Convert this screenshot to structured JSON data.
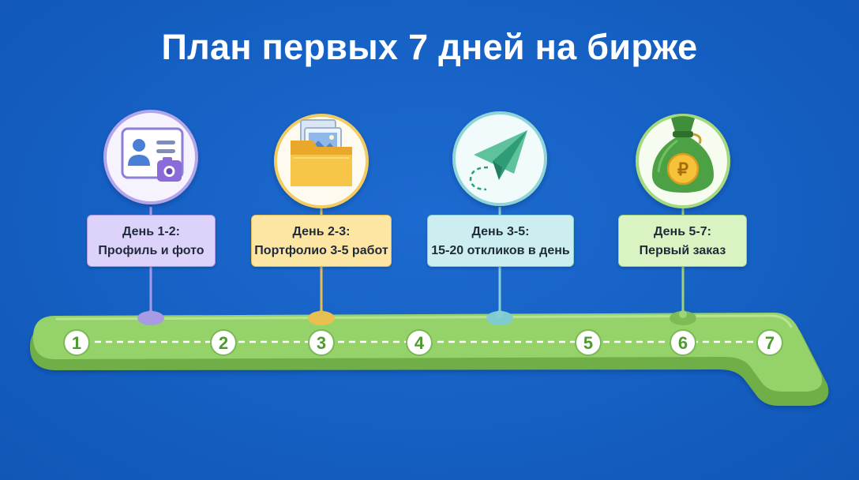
{
  "title": "План первых 7 дней на бирже",
  "timeline": {
    "day_markers": [
      "1",
      "2",
      "3",
      "4",
      "5",
      "6",
      "7"
    ]
  },
  "milestones": [
    {
      "title": "День 1-2:",
      "description": "Профиль и фото",
      "icon": "profile-card-camera-icon",
      "color": "#a99be3"
    },
    {
      "title": "День 2-3:",
      "description": "Портфолио 3-5 работ",
      "icon": "folder-photos-icon",
      "color": "#e5bd57"
    },
    {
      "title": "День 3-5:",
      "description": "15-20 откликов в день",
      "icon": "paper-plane-icon",
      "color": "#86cfd3"
    },
    {
      "title": "День 5-7:",
      "description": "Первый заказ",
      "icon": "money-bag-ruble-icon",
      "color": "#9fd27a"
    }
  ],
  "colors": {
    "background": "#1560c3",
    "road": "#8fcf62",
    "road_edge": "#6fae47"
  }
}
